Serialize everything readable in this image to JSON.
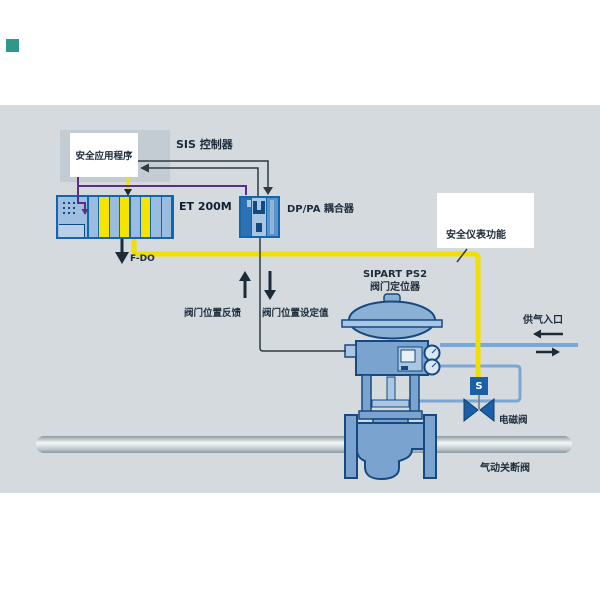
{
  "diagram": {
    "labels": {
      "sis_controller": "SIS 控制器",
      "safety_app": "安全应用程序",
      "et200m": "ET 200M",
      "dppa_coupler": "DP/PA 耦合器",
      "fdo": "F-DO",
      "valve_feedback": "阀门位置反馈",
      "valve_setpoint": "阀门位置设定值",
      "sipart_line1": "SIPART PS2",
      "sipart_line2": "阀门定位器",
      "sif": "安全仪表功能",
      "air_inlet": "供气入口",
      "solenoid_valve": "电磁阀",
      "pneumatic_shutoff": "气动关断阀",
      "solenoid_marker": "S"
    },
    "colors": {
      "background_band": "#d4dade",
      "sis_box_gray": "#c3ccd2",
      "safety_yellow": "#f2de00",
      "dp_purple": "#5c2d87",
      "module_light_blue": "#9abcde",
      "rack_dark_blue": "#1266ad",
      "pneumatic_circuit_blue": "#7ba7d7",
      "valve_fill_blue": "#7aa3d0",
      "signal_line_dark": "#2f3a42",
      "solenoid_blue": "#1a5fa8",
      "corner_teal": "#2f988b"
    }
  }
}
